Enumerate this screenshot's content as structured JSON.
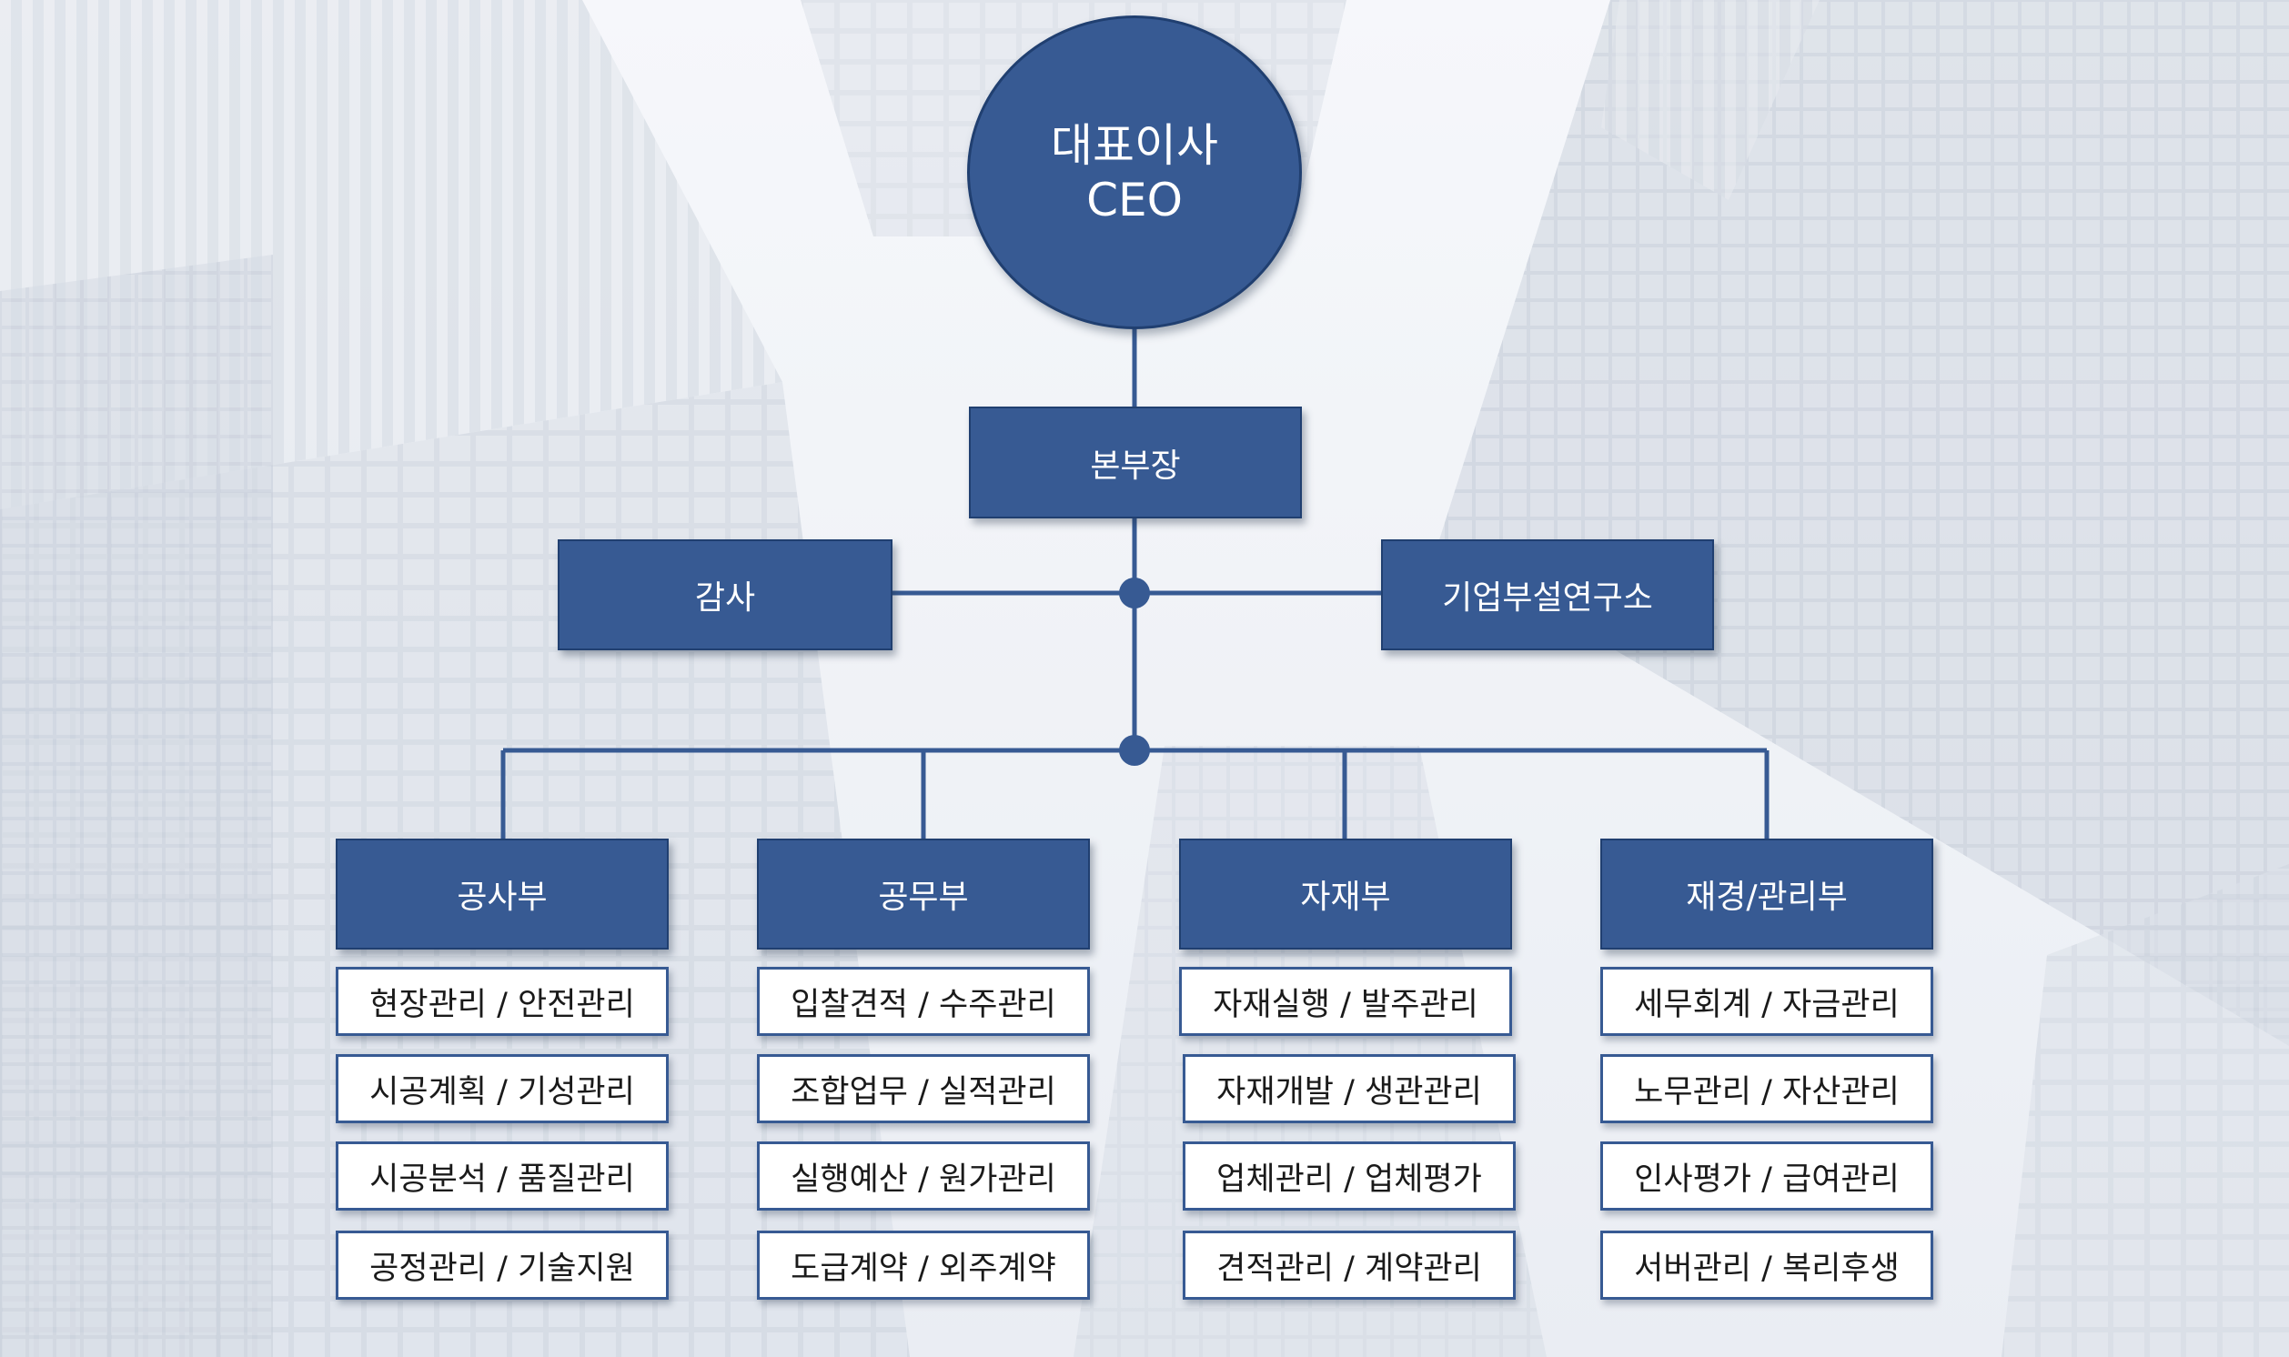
{
  "ceo": {
    "line1": "대표이사",
    "line2": "CEO"
  },
  "head": {
    "label": "본부장"
  },
  "audit": {
    "label": "감사"
  },
  "rnd": {
    "label": "기업부설연구소"
  },
  "departments": [
    {
      "name": "공사부",
      "tasks": [
        "현장관리 / 안전관리",
        "시공계획 / 기성관리",
        "시공분석 / 품질관리",
        "공정관리 / 기술지원"
      ]
    },
    {
      "name": "공무부",
      "tasks": [
        "입찰견적 / 수주관리",
        "조합업무 / 실적관리",
        "실행예산 / 원가관리",
        "도급계약 / 외주계약"
      ]
    },
    {
      "name": "자재부",
      "tasks": [
        "자재실행 / 발주관리",
        "자재개발 / 생관관리",
        "업체관리 / 업체평가",
        "견적관리 / 계약관리"
      ]
    },
    {
      "name": "재경/관리부",
      "tasks": [
        "세무회계 / 자금관리",
        "노무관리 / 자산관리",
        "인사평가 / 급여관리",
        "서버관리 / 복리후생"
      ]
    }
  ],
  "colors": {
    "node_fill": "#375a93",
    "node_border": "#203f70",
    "connector": "#375a93",
    "task_border": "#375a93"
  }
}
